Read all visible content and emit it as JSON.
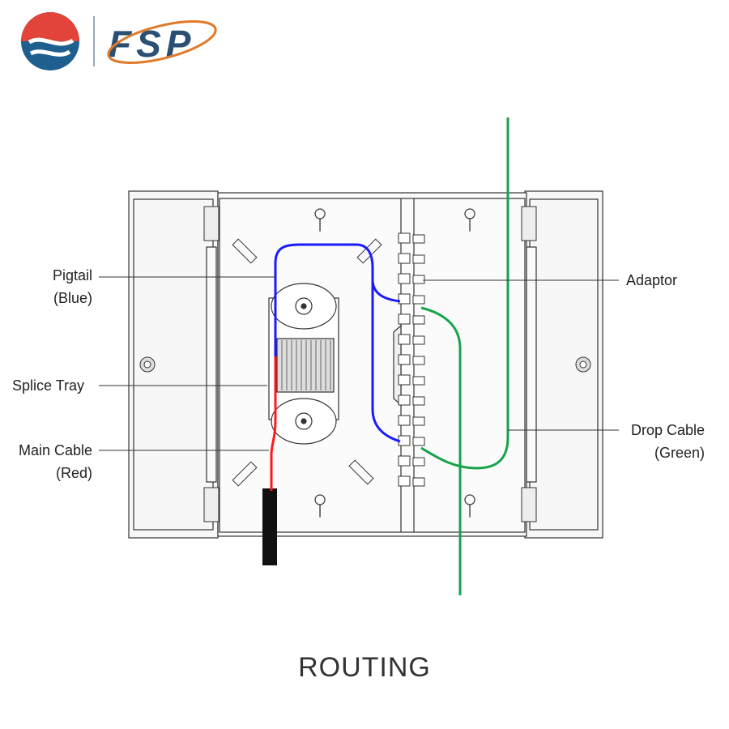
{
  "logo": {
    "text": "FSP",
    "colors": {
      "red": "#e2443a",
      "blue": "#1f5f8f",
      "orange": "#e07a2a",
      "navy": "#2a4f72"
    }
  },
  "labels": {
    "pigtail": {
      "name": "Pigtail",
      "note": "(Blue)"
    },
    "splice_tray": {
      "name": "Splice Tray"
    },
    "main_cable": {
      "name": "Main Cable",
      "note": "(Red)"
    },
    "adaptor": {
      "name": "Adaptor"
    },
    "drop_cable": {
      "name": "Drop Cable",
      "note": "(Green)"
    }
  },
  "caption": "ROUTING",
  "colors": {
    "pigtail": "#1a1aff",
    "main_cable": "#ff1a1a",
    "drop_cable": "#17a34a",
    "outline": "#333333",
    "panel_fill": "#f4f4f4"
  }
}
